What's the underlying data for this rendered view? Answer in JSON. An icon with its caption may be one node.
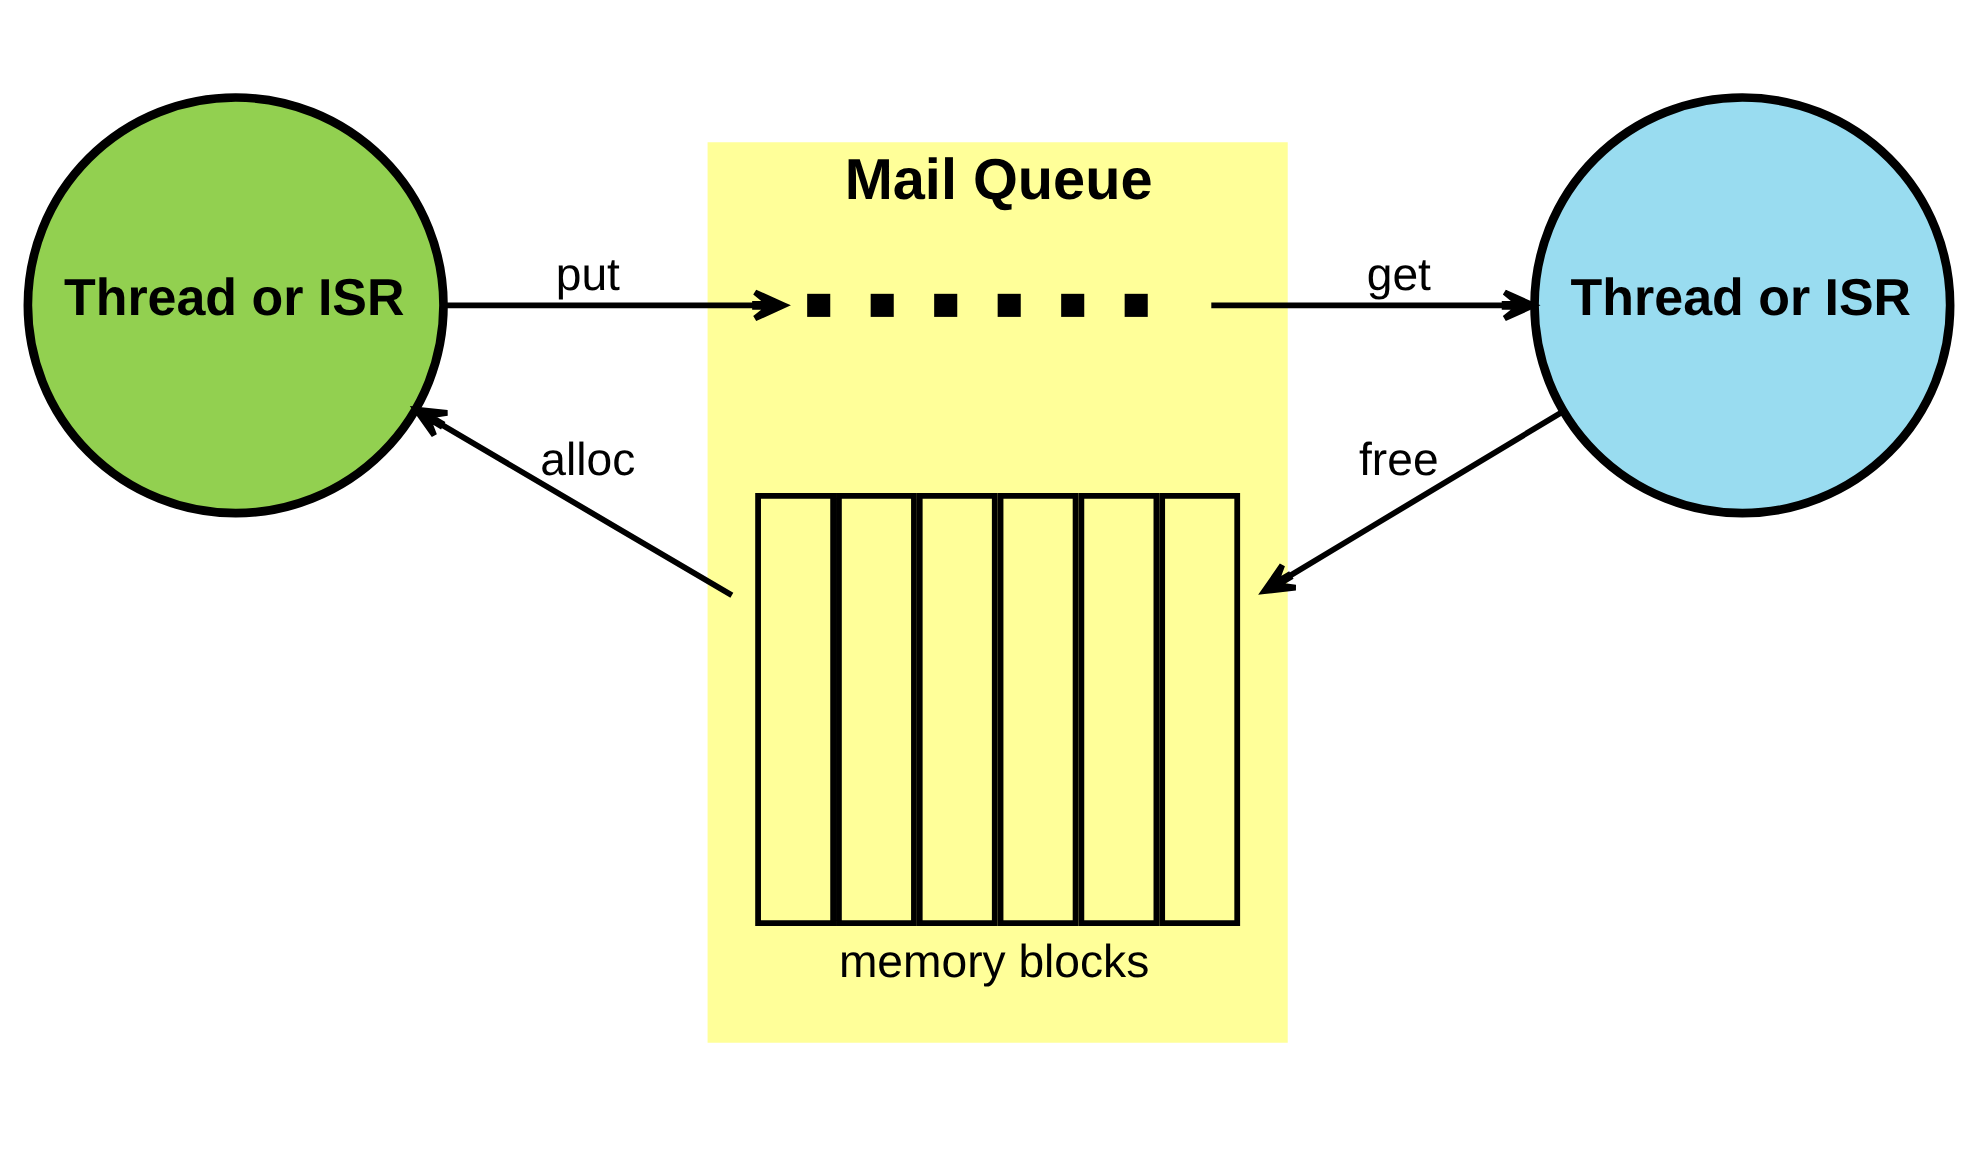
{
  "diagram": {
    "nodes": [
      {
        "text": [
          "Thread or ISR"
        ]
      },
      {
        "text": [
          "Mail Queue"
        ]
      },
      {
        "text": [],
        "shape": "dots",
        "in": 1
      },
      {
        "text": [
          "memory blocks"
        ],
        "in": 1
      },
      {
        "text": [
          "Thread or ISR"
        ]
      }
    ],
    "edges": [
      {
        "from": 0,
        "to": 2,
        "arrow": "to",
        "label": "put"
      },
      {
        "from": 2,
        "to": 4,
        "arrow": "to",
        "label": "get"
      },
      {
        "from": 4,
        "to": 3,
        "arrow": "to",
        "label": "free"
      },
      {
        "from": 3,
        "to": 0,
        "arrow": "to",
        "label": "alloc"
      }
    ]
  }
}
